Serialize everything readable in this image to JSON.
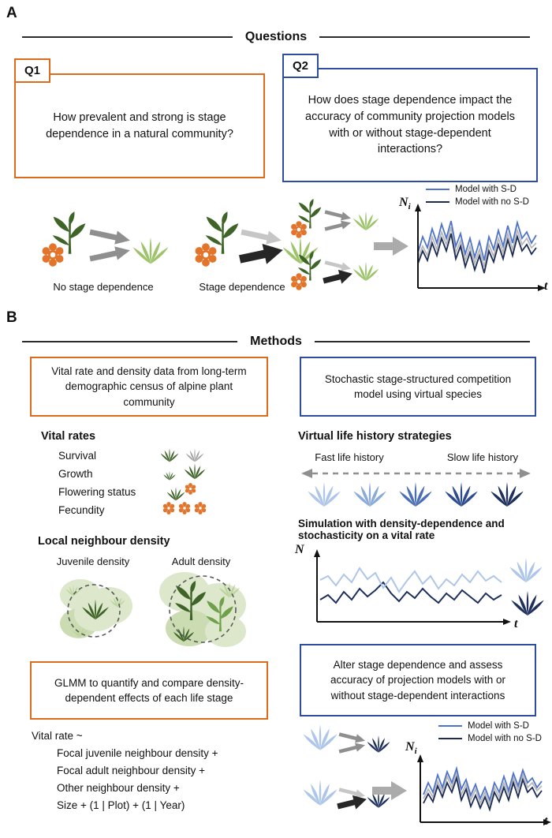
{
  "colors": {
    "orange": "#DC6B1E",
    "blue": "#2E4CA0",
    "line_blue": "#4F74C9",
    "navy": "#1D2C55",
    "gray": "#8F8F8F",
    "light_gray": "#C6C6C6",
    "black_arrow": "#262626",
    "dark_green": "#3F6428",
    "mid_green": "#6FA04A",
    "light_green": "#9DC46B",
    "pale_green": "#DCE7CC",
    "pale_green2": "#CBDCB2",
    "flower_orange": "#E2752B",
    "gray_plant": "#A4A4A4",
    "blue1": "#AEC6E8",
    "blue2": "#8AAAD8",
    "blue3": "#4A6FB5",
    "blue4": "#2E4B8F",
    "blue5": "#1D2F5C",
    "ink": "#111111"
  },
  "panelA": {
    "label": "A",
    "section_title": "Questions",
    "q1": {
      "tag": "Q1",
      "text": "How prevalent and strong is stage dependence in a natural community?"
    },
    "q2": {
      "tag": "Q2",
      "text": "How does stage dependence impact the accuracy of community projection models with or without stage-dependent interactions?"
    },
    "caption_no_sd": "No stage dependence",
    "caption_sd": "Stage dependence",
    "legend": {
      "with_sd": "Model with S-D",
      "no_sd": "Model with no S-D"
    },
    "axes": {
      "y": "N",
      "y_sub": "i",
      "x": "t"
    }
  },
  "panelB": {
    "label": "B",
    "section_title": "Methods",
    "left": {
      "box1": "Vital rate and density data from long-term demographic census of alpine plant community",
      "vital_rates_heading": "Vital rates",
      "vital_rates": [
        "Survival",
        "Growth",
        "Flowering status",
        "Fecundity"
      ],
      "density_heading": "Local neighbour density",
      "juvenile_label": "Juvenile density",
      "adult_label": "Adult density",
      "box2": "GLMM to quantify and compare density-dependent effects of each life stage",
      "formula_intro": "Vital rate ~",
      "formula_lines": [
        "Focal juvenile neighbour density +",
        "Focal adult neighbour density +",
        "Other neighbour density +",
        "Size + (1 | Plot) + (1 | Year)"
      ]
    },
    "right": {
      "box1": "Stochastic stage-structured competition model using virtual species",
      "strategies_heading": "Virtual life history strategies",
      "fast_label": "Fast life history",
      "slow_label": "Slow life history",
      "sim_heading": "Simulation with density-dependence and stochasticity on a vital rate",
      "axes_sim": {
        "y": "N",
        "x": "t"
      },
      "box2": "Alter stage dependence and assess accuracy of projection models with or without stage-dependent interactions",
      "legend": {
        "with_sd": "Model with S-D",
        "no_sd": "Model with no S-D"
      },
      "axes": {
        "y": "N",
        "y_sub": "i",
        "x": "t"
      }
    }
  }
}
